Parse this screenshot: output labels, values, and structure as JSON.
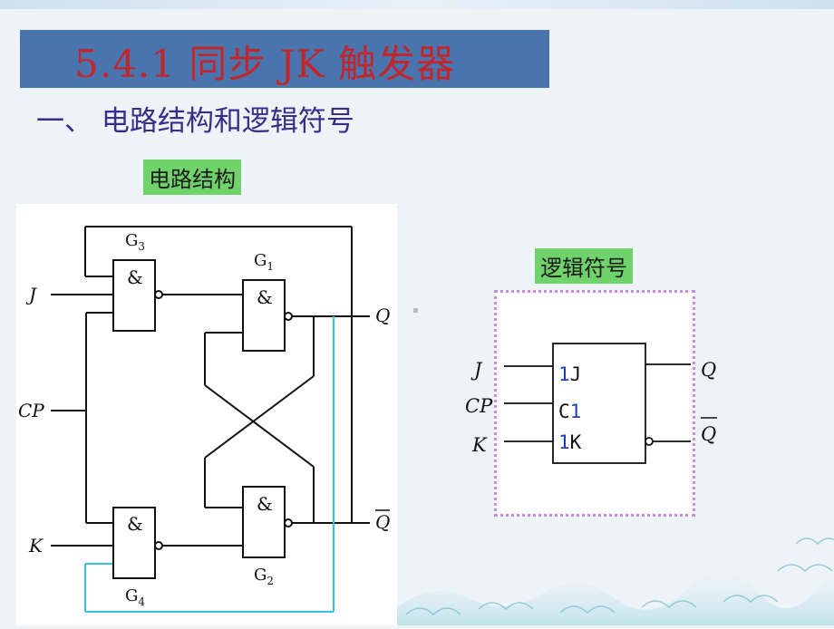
{
  "title": "5.4.1  同步 JK 触发器",
  "section_heading": "一、 电路结构和逻辑符号",
  "circuit_label": "电路结构",
  "symbol_label": "逻辑符号",
  "circuit": {
    "inputs": {
      "j": "J",
      "cp": "CP",
      "k": "K"
    },
    "outputs": {
      "q": "Q",
      "qbar": "Q"
    },
    "gate_symbol": "&",
    "gates": {
      "g3": {
        "letter": "G",
        "sub": "3"
      },
      "g1": {
        "letter": "G",
        "sub": "1"
      },
      "g4": {
        "letter": "G",
        "sub": "4"
      },
      "g2": {
        "letter": "G",
        "sub": "2"
      }
    }
  },
  "logic_symbol": {
    "input_j": "J",
    "input_cp": "CP",
    "input_k": "K",
    "output_q": "Q",
    "output_qbar": "Q",
    "pin_1j_num": "1",
    "pin_1j_letter": "J",
    "pin_c1_letter": "C",
    "pin_c1_num": "1",
    "pin_1k_num": "1",
    "pin_1k_letter": "K"
  },
  "colors": {
    "title_bar": "#4a74ad",
    "title_text": "#c0272d",
    "heading_text": "#3b2c8a",
    "label_bg": "#6fd26a",
    "feedback_wire": "#35c1e0",
    "pin_number": "#1f3fbf"
  }
}
